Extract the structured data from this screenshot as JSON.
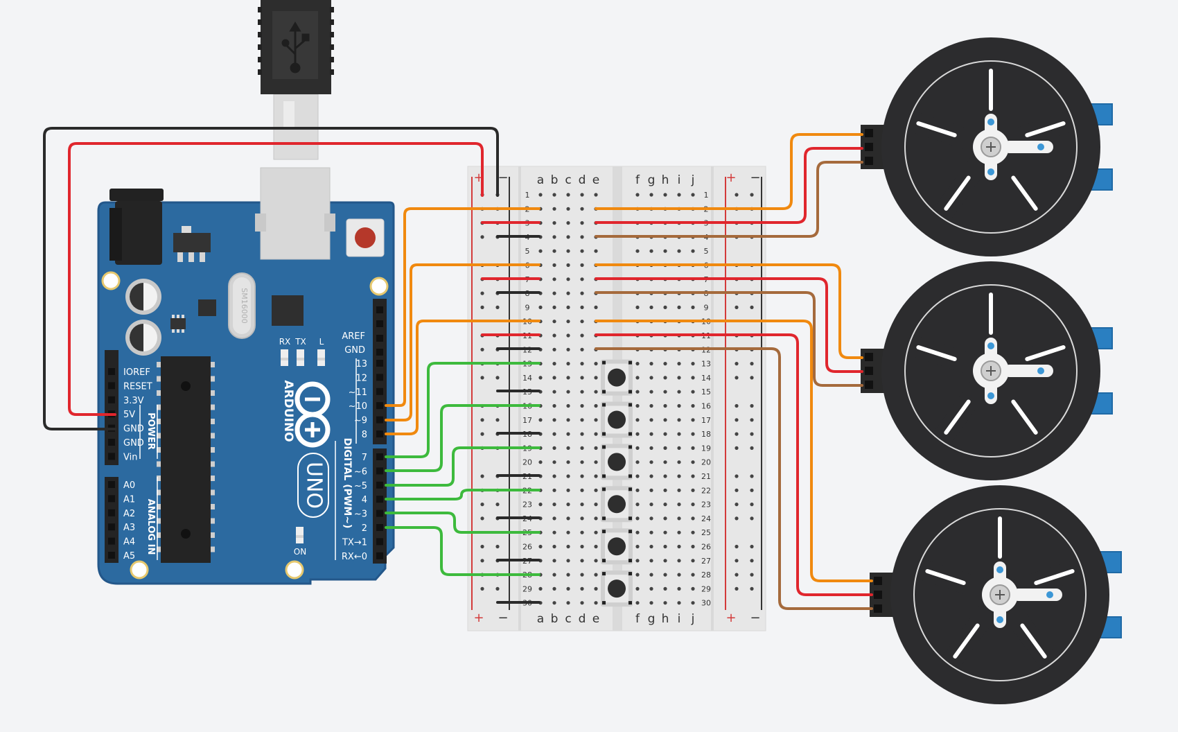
{
  "colors": {
    "background": "#f3f4f6",
    "board": "#2c6aa0",
    "board_edge": "#23578a",
    "wire_red": "#e0262d",
    "wire_black": "#2a2a2a",
    "wire_orange": "#f0890f",
    "wire_brown": "#a56a3c",
    "wire_green": "#3dba3d",
    "servo_blue": "#2a7fc1",
    "wheel": "#2c2c2e",
    "breadboard": "#e7e7e7",
    "rail_red": "#d33a3a",
    "rail_dark": "#333333"
  },
  "arduino": {
    "brand": "ARDUINO",
    "model": "UNO",
    "crystal_label": "SM16000",
    "labels": {
      "aref": "AREF",
      "gnd": "GND",
      "rx": "RX",
      "tx": "TX",
      "l": "L",
      "on": "ON",
      "digital": "DIGITAL (PWM~)",
      "power": "POWER",
      "analog_in": "ANALOG IN"
    },
    "power_pins": [
      "IOREF",
      "RESET",
      "3.3V",
      "5V",
      "GND",
      "GND",
      "Vin"
    ],
    "analog_pins": [
      "A0",
      "A1",
      "A2",
      "A3",
      "A4",
      "A5"
    ],
    "digital_pins_high": [
      "13",
      "12",
      "~11",
      "~10",
      "~9",
      "8"
    ],
    "digital_pins_low": [
      "7",
      "~6",
      "~5",
      "4",
      "~3",
      "2",
      "TX→1",
      "RX←0"
    ]
  },
  "breadboard": {
    "columns_left": [
      "a",
      "b",
      "c",
      "d",
      "e"
    ],
    "columns_right": [
      "f",
      "g",
      "h",
      "i",
      "j"
    ],
    "rail_plus": "+",
    "rail_minus": "−",
    "rows": [
      "1",
      "2",
      "3",
      "4",
      "5",
      "6",
      "7",
      "8",
      "9",
      "10",
      "11",
      "12",
      "13",
      "14",
      "15",
      "16",
      "17",
      "18",
      "19",
      "20",
      "21",
      "22",
      "23",
      "24",
      "25",
      "26",
      "27",
      "28",
      "29",
      "30"
    ]
  },
  "components": {
    "usb_icon": "usb-icon",
    "pushbutton_count": 6,
    "servo_count": 3
  }
}
